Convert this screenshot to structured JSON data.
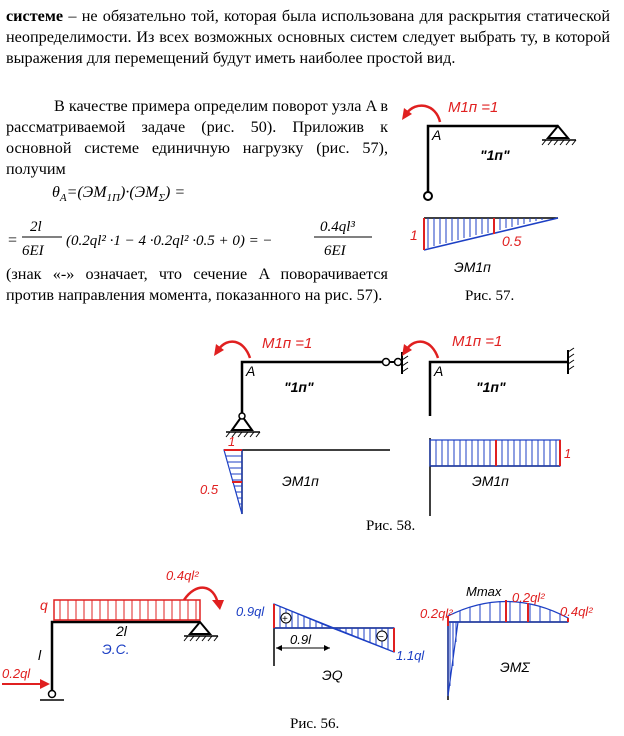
{
  "paragraph1": {
    "bold_word": "системе",
    "text": " – не обязательно той, которая была использована для раскрытия статической неопределимости. Из всех возможных основных систем следует выбрать ту, в которой выражения для перемещений будут иметь наиболее простой вид."
  },
  "paragraph2": {
    "text": "В качестве примера определим поворот узла A в рассматриваемой задаче (рис. 50). Приложив к основной системе единичную нагрузку (рис. 57), получим"
  },
  "formula": {
    "line1": "θ_A = (ЭМ_1П)·(ЭМ_Σ) =",
    "line2_left": "= 2l/6EI (0.2ql²·1 − 4·0.2ql²·0.5 + 0) = −",
    "line2_num": "0.4ql³",
    "line2_den": "6EI",
    "frac_num": "2l",
    "frac_den": "6EI",
    "bracket": "(0.2ql² ·1 − 4 ·0.2ql² ·0.5 + 0) = −"
  },
  "paragraph3": {
    "text": "(знак «-» означает, что сечение A поворачивается против направления момента, показанного на рис. 57)."
  },
  "fig57": {
    "caption": "Рис. 57.",
    "moment_label": "M1п =1",
    "node_label": "A",
    "system_label": "\"1п\"",
    "diagram_label": "ЭМ1п",
    "value_left": "1",
    "value_right": "0.5"
  },
  "fig58": {
    "caption": "Рис. 58.",
    "left": {
      "moment_label": "M1п =1",
      "node_label": "A",
      "system_label": "\"1п\"",
      "diagram_label": "ЭМ1п",
      "value_top": "1",
      "value_bottom": "0.5"
    },
    "right": {
      "moment_label": "M1п =1",
      "node_label": "A",
      "system_label": "\"1п\"",
      "diagram_label": "ЭМ1п",
      "value_right": "1"
    }
  },
  "fig56": {
    "caption": "Рис. 56.",
    "frame": {
      "load_label": "q",
      "span_label": "2l",
      "height_label": "l",
      "force_label": "0.2ql",
      "moment_label": "0.4ql²",
      "system_label": "Э.С."
    },
    "shear": {
      "left_value": "0.9ql",
      "right_value": "1.1ql",
      "dist_label": "0.9l",
      "diagram_label": "ЭQ",
      "plus": "+",
      "minus": "−"
    },
    "moment": {
      "left_value": "0.2ql²",
      "mid_value": "0.2ql²",
      "max_label": "Mmax",
      "right_value": "0.4ql²",
      "diagram_label": "ЭMΣ"
    }
  },
  "colors": {
    "red": "#e02020",
    "blue": "#1c3fc4",
    "black": "#000000"
  }
}
